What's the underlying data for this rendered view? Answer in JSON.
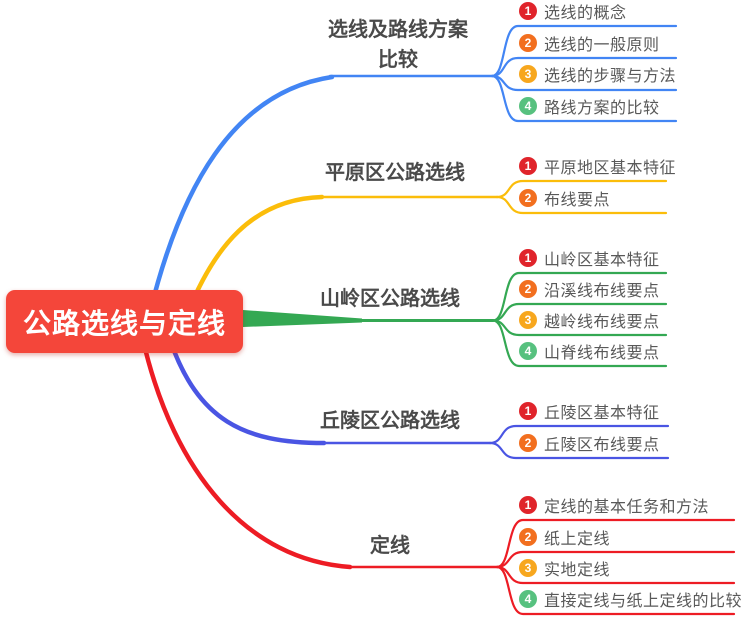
{
  "central_node": {
    "label": "公路选线与定线"
  },
  "colors": {
    "canvas_bg": "#FFFFFF",
    "node_bg": "#F4463A",
    "node_text": "#FFFFFF",
    "branch_label_text": "#4A4A4A",
    "item_text": "#595959"
  },
  "item_badge_colors": [
    "#E0242B",
    "#F26F1F",
    "#F7A71E",
    "#57C17F"
  ],
  "branches": [
    {
      "color": "#4285F4",
      "label_lines": [
        "选线及路线方案",
        "比较"
      ],
      "items": [
        {
          "num": "1",
          "text": "选线的概念"
        },
        {
          "num": "2",
          "text": "选线的一般原则"
        },
        {
          "num": "3",
          "text": "选线的步骤与方法"
        },
        {
          "num": "4",
          "text": "路线方案的比较"
        }
      ]
    },
    {
      "color": "#FBBD0A",
      "label_lines": [
        "平原区公路选线"
      ],
      "items": [
        {
          "num": "1",
          "text": "平原地区基本特征"
        },
        {
          "num": "2",
          "text": "布线要点"
        }
      ]
    },
    {
      "color": "#34A853",
      "label_lines": [
        "山岭区公路选线"
      ],
      "items": [
        {
          "num": "1",
          "text": "山岭区基本特征"
        },
        {
          "num": "2",
          "text": "沿溪线布线要点"
        },
        {
          "num": "3",
          "text": "越岭线布线要点"
        },
        {
          "num": "4",
          "text": "山脊线布线要点"
        }
      ]
    },
    {
      "color": "#4A55E3",
      "label_lines": [
        "丘陵区公路选线"
      ],
      "items": [
        {
          "num": "1",
          "text": "丘陵区基本特征"
        },
        {
          "num": "2",
          "text": "丘陵区布线要点"
        }
      ]
    },
    {
      "color": "#ED1C24",
      "label_lines": [
        "定线"
      ],
      "items": [
        {
          "num": "1",
          "text": "定线的基本任务和方法"
        },
        {
          "num": "2",
          "text": "纸上定线"
        },
        {
          "num": "3",
          "text": "实地定线"
        },
        {
          "num": "4",
          "text": "直接定线与纸上定线的比较"
        }
      ]
    }
  ]
}
